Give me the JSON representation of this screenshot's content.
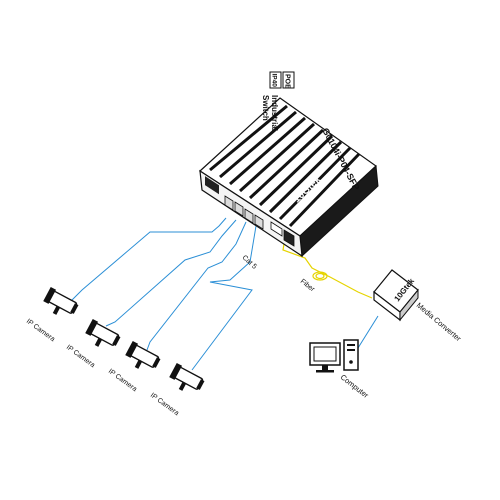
{
  "badges": {
    "poe": "POE",
    "ip40": "IP40"
  },
  "switch": {
    "title_line1": "Industrial",
    "title_line2": "Switch",
    "model": "G0104i-P04-SFP",
    "brand": "10Gtek"
  },
  "converter": {
    "brand": "10Gtek"
  },
  "labels": {
    "cat5": "Cat 5",
    "fiber": "Fiber",
    "media_converter": "Media Converter",
    "computer": "Computer",
    "camera": "IP Camera"
  },
  "colors": {
    "outline": "#111111",
    "ethernet_cable": "#2b8fd6",
    "fiber_cable": "#e6d400",
    "heatsink_fin": "#111111",
    "background": "#ffffff"
  },
  "icons": [
    "switch-device",
    "rj45-port",
    "sfp-port",
    "ip-camera",
    "media-converter",
    "desktop-computer"
  ]
}
